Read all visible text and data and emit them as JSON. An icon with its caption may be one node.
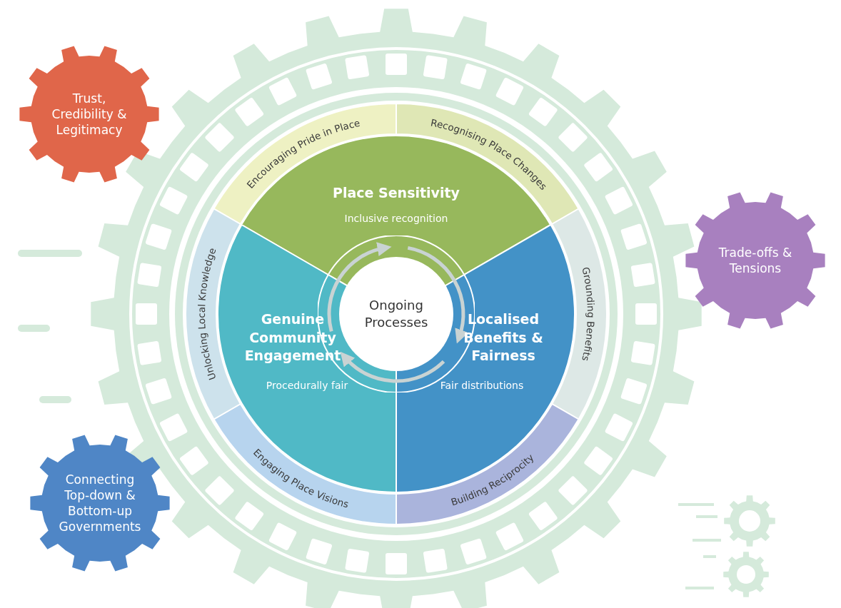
{
  "diagram": {
    "nodes": [
      {
        "text": [
          "Trust, Credibility & Legitimacy"
        ]
      },
      {
        "text": [
          "Trade-offs & Tensions"
        ]
      },
      {
        "text": [
          "Connecting Top-down & Bottom-up Governments"
        ]
      },
      {
        "text": [
          "Place Sensitivity",
          "Inclusive recognition"
        ]
      },
      {
        "text": [
          "Genuine Community Engagement",
          "Procedurally fair"
        ]
      },
      {
        "text": [
          "Localised Benefits & Fairness",
          "Fair distributions"
        ]
      },
      {
        "text": [
          "Ongoing Processes"
        ]
      },
      {
        "text": [
          "Encouraging Pride in Place"
        ]
      },
      {
        "text": [
          "Recognising Place Changes"
        ]
      },
      {
        "text": [
          "Grounding Benefits"
        ]
      },
      {
        "text": [
          "Building Reciprocity"
        ]
      },
      {
        "text": [
          "Engaging Place Visions"
        ]
      },
      {
        "text": [
          "Unlocking Local Knowledge"
        ]
      }
    ],
    "edges": []
  }
}
